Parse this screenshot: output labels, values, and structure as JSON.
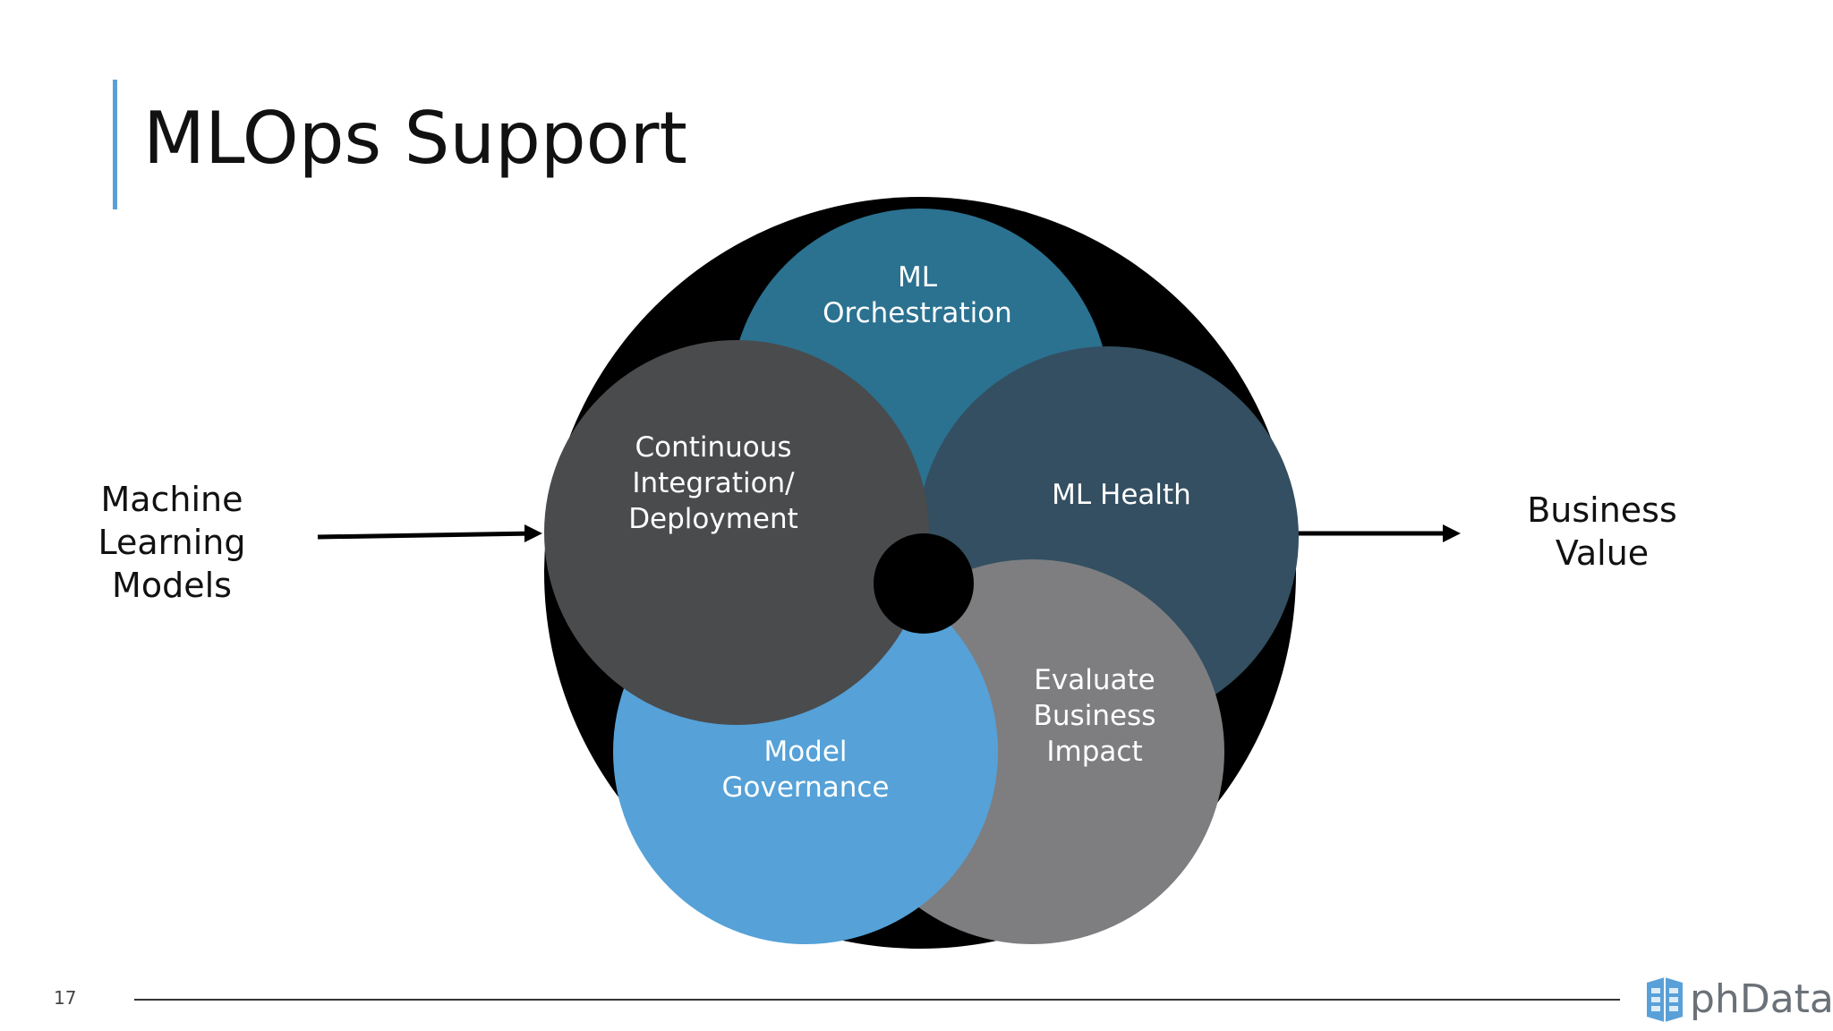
{
  "slide": {
    "title": "MLOps Support",
    "page_number": "17",
    "input_label": "Machine\nLearning\nModels",
    "output_label": "Business\nValue",
    "brand": "phData"
  },
  "diagram": {
    "circles": [
      {
        "key": "orchestration",
        "lines": [
          "ML",
          "Orchestration"
        ],
        "color": "#2b7190"
      },
      {
        "key": "health",
        "lines": [
          "ML Health"
        ],
        "color": "#334f61"
      },
      {
        "key": "impact",
        "lines": [
          "Evaluate",
          "Business",
          "Impact"
        ],
        "color": "#7e7e80"
      },
      {
        "key": "governance",
        "lines": [
          "Model",
          "Governance"
        ],
        "color": "#55a1d8"
      },
      {
        "key": "cicd",
        "lines": [
          "Continuous",
          "Integration/",
          "Deployment"
        ],
        "color": "#4a4b4d"
      }
    ],
    "background_color": "#000000",
    "accent_color": "#5aa0d8"
  }
}
